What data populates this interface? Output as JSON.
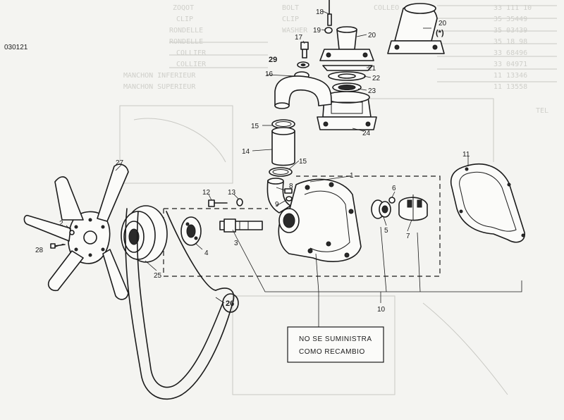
{
  "doc_code": "030121",
  "note": {
    "line1": "NO SE SUMINISTRA",
    "line2": "COMO RECAMBIO"
  },
  "parts": {
    "p1": "1",
    "p2": "2",
    "p3": "3",
    "p4": "4",
    "p5": "5",
    "p6": "6",
    "p7": "7",
    "p8": "8",
    "p9": "9",
    "p10": "10",
    "p11": "11",
    "p12": "12",
    "p13": "13",
    "p14": "14",
    "p15a": "15",
    "p15b": "15",
    "p16": "16",
    "p17": "17",
    "p18": "18",
    "p19": "19",
    "p20a": "20",
    "p20b": "20",
    "p20b_note": "(*)",
    "p21": "21",
    "p22": "22",
    "p23": "23",
    "p24": "24",
    "p25": "25",
    "p26": "26",
    "p27": "27",
    "p28": "28",
    "p29": "29"
  }
}
